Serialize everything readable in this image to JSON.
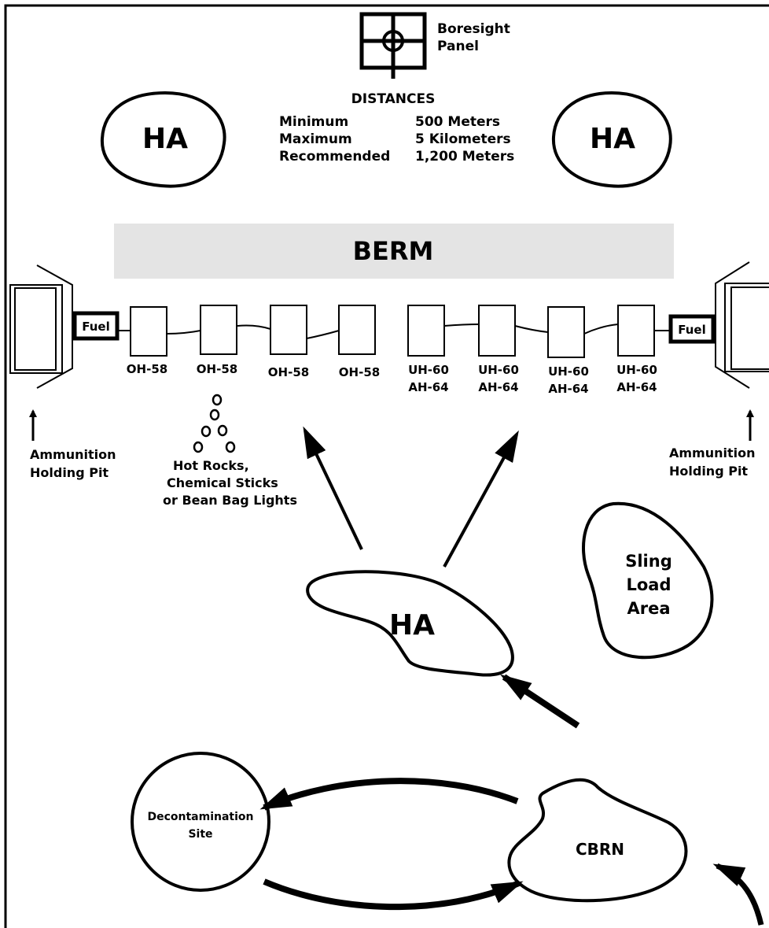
{
  "boresight": {
    "line1": "Boresight",
    "line2": "Panel"
  },
  "distances": {
    "title": "DISTANCES",
    "rows": [
      {
        "label": "Minimum",
        "value": "500 Meters"
      },
      {
        "label": "Maximum",
        "value": "5 Kilometers"
      },
      {
        "label": "Recommended",
        "value": "1,200 Meters"
      }
    ]
  },
  "holding_area_label": "HA",
  "berm_label": "BERM",
  "fuel_label": "Fuel",
  "pads": {
    "left": [
      "OH-58",
      "OH-58",
      "OH-58",
      "OH-58"
    ],
    "right_top": [
      "UH-60",
      "UH-60",
      "UH-60",
      "UH-60"
    ],
    "right_bottom": [
      "AH-64",
      "AH-64",
      "AH-64",
      "AH-64"
    ]
  },
  "ammo_pit": {
    "line1": "Ammunition",
    "line2": "Holding Pit"
  },
  "lights": {
    "line1": "Hot Rocks,",
    "line2": "Chemical Sticks",
    "line3": "or Bean Bag Lights"
  },
  "sling": {
    "line1": "Sling",
    "line2": "Load",
    "line3": "Area"
  },
  "decon": {
    "line1": "Decontamination",
    "line2": "Site"
  },
  "cbrn_label": "CBRN"
}
